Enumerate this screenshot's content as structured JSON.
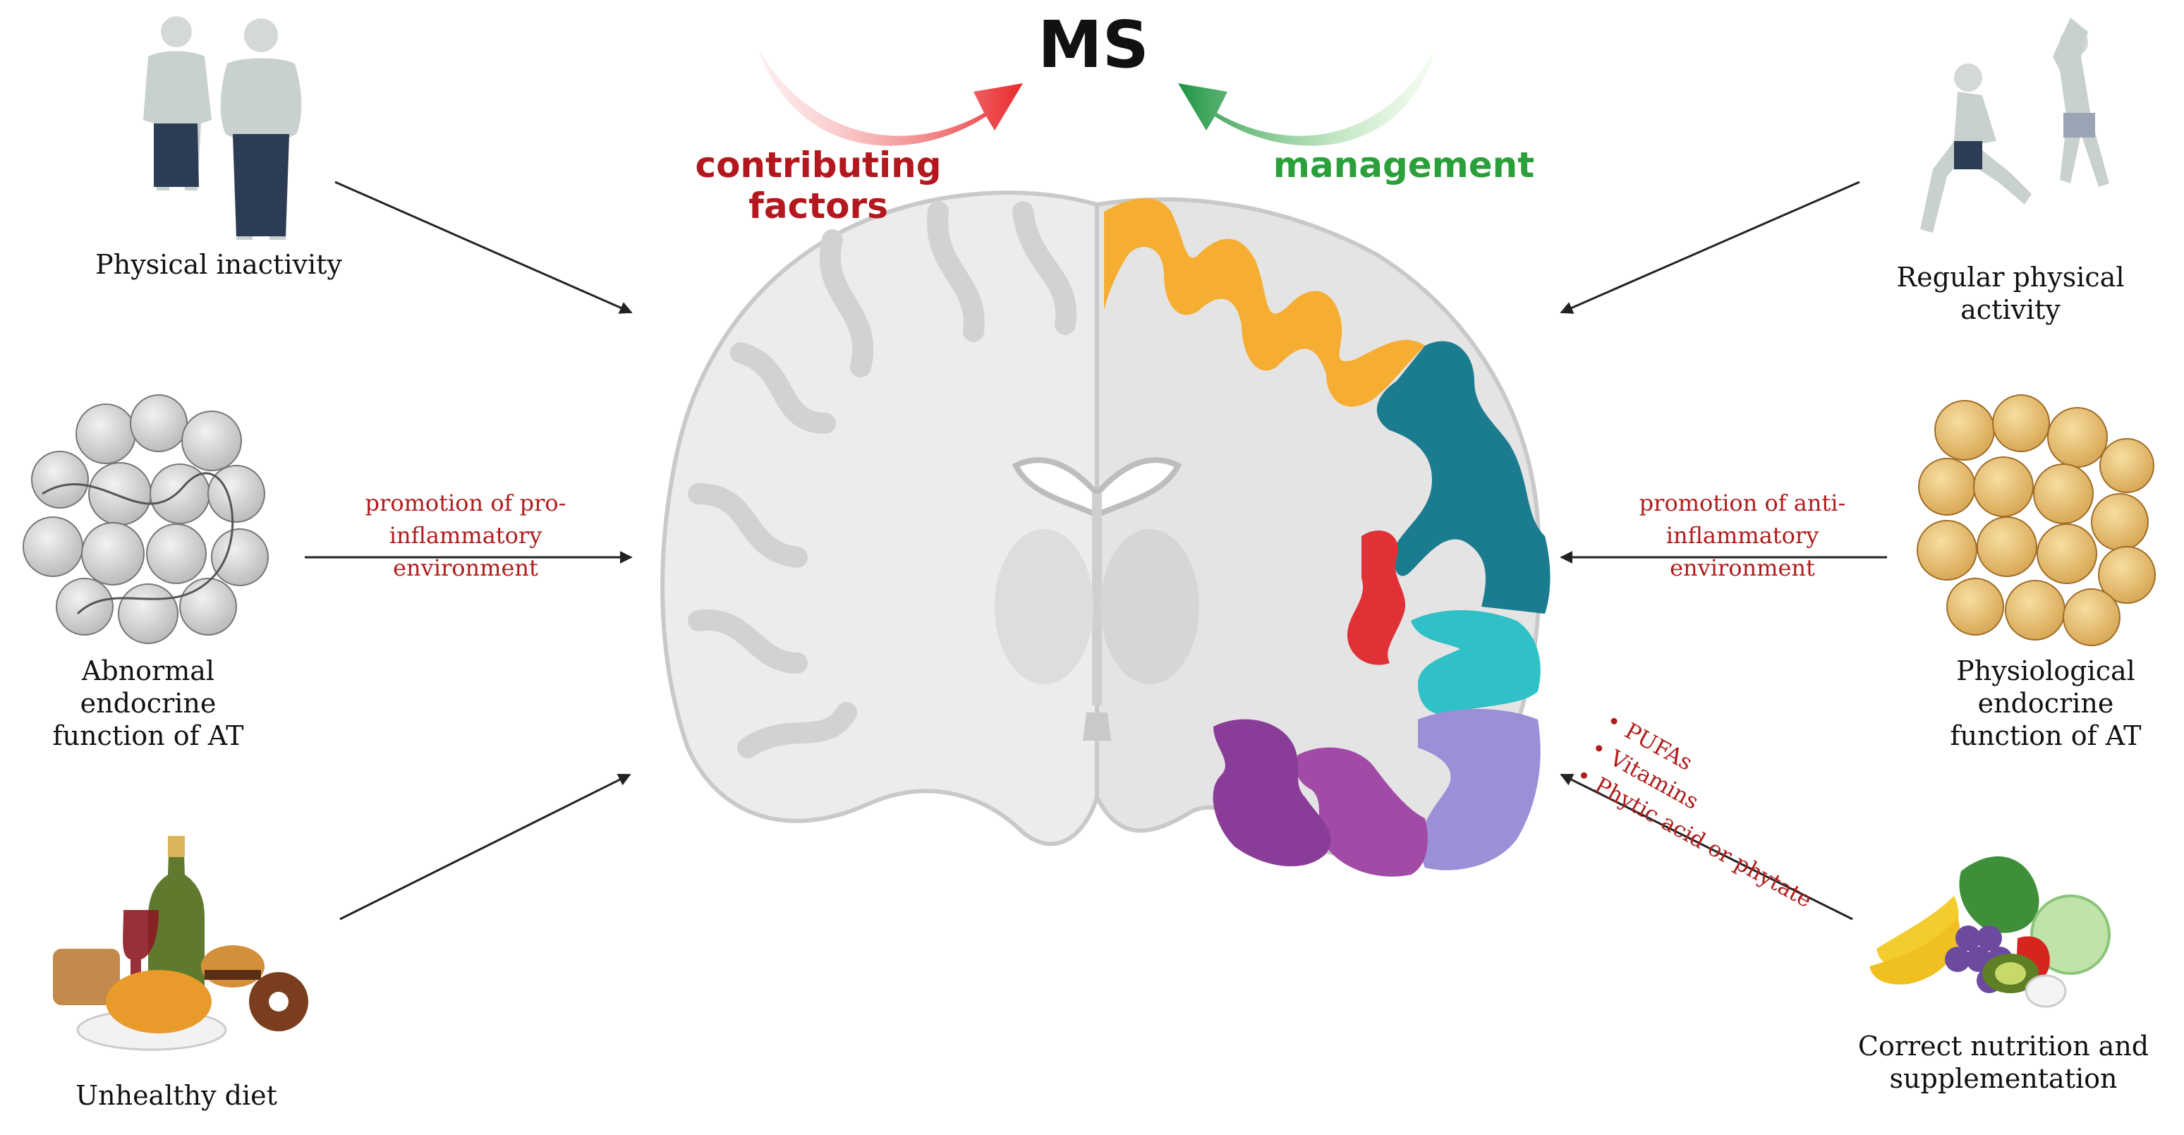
{
  "title": "MS",
  "left_header": "contributing factors",
  "right_header": "management",
  "left_factors": [
    {
      "label": "Physical inactivity"
    },
    {
      "label": "Abnormal endocrine function of AT",
      "arrow_note": "promotion of pro-inflammatory environment"
    },
    {
      "label": "Unhealthy diet"
    }
  ],
  "right_factors": [
    {
      "label": "Regular physical activity"
    },
    {
      "label": "Physiological endocrine function of AT",
      "arrow_note": "promotion of anti-inflammatory environment"
    },
    {
      "label": "Correct nutrition and supplementation",
      "items": [
        "PUFAs",
        "Vitamins",
        "Phytic acid or phytate"
      ]
    }
  ],
  "colors": {
    "contributing": "#b3181e",
    "management": "#2a9f3a",
    "lobe_frontal": "#f5ad32",
    "lobe_parietal": "#1b7c8f",
    "lobe_insula": "#e03136",
    "lobe_temporal_sup": "#2fc0c8",
    "lobe_temporal_mid": "#9b8fd8",
    "lobe_temporal_inf": "#a24ba6",
    "lobe_medial": "#8a3d98"
  },
  "icons": [
    "people-silhouette-icon",
    "adipose-tissue-icon",
    "junk-food-icon",
    "runner-icon",
    "healthy-adipose-icon",
    "vegetables-icon",
    "brain-coronal-icon"
  ]
}
